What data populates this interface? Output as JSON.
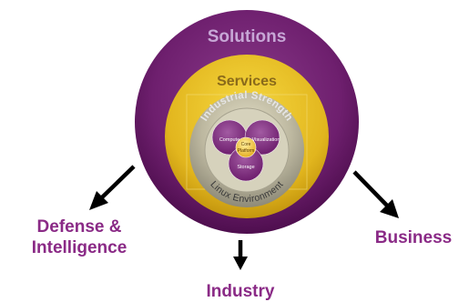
{
  "diagram": {
    "rings": {
      "solutions": "Solutions",
      "services": "Services",
      "industrial_strength": "Industrial Strength",
      "linux_environment": "Linux Environment"
    },
    "petals": {
      "compute": "Compute",
      "visualization": "Visualization",
      "storage": "Storage",
      "core_line1": "Core",
      "core_line2": "Platform"
    },
    "targets": {
      "defense_line1": "Defense &",
      "defense_line2": "Intelligence",
      "industry": "Industry",
      "business": "Business"
    },
    "colors": {
      "solutions_ring": "#6a1a6a",
      "services_ring": "#e0b820",
      "platform_ring": "#9a9a8a",
      "petal": "#7a2a7a",
      "core": "#f0c020",
      "label": "#8a2a86",
      "arrow": "#000000"
    }
  }
}
